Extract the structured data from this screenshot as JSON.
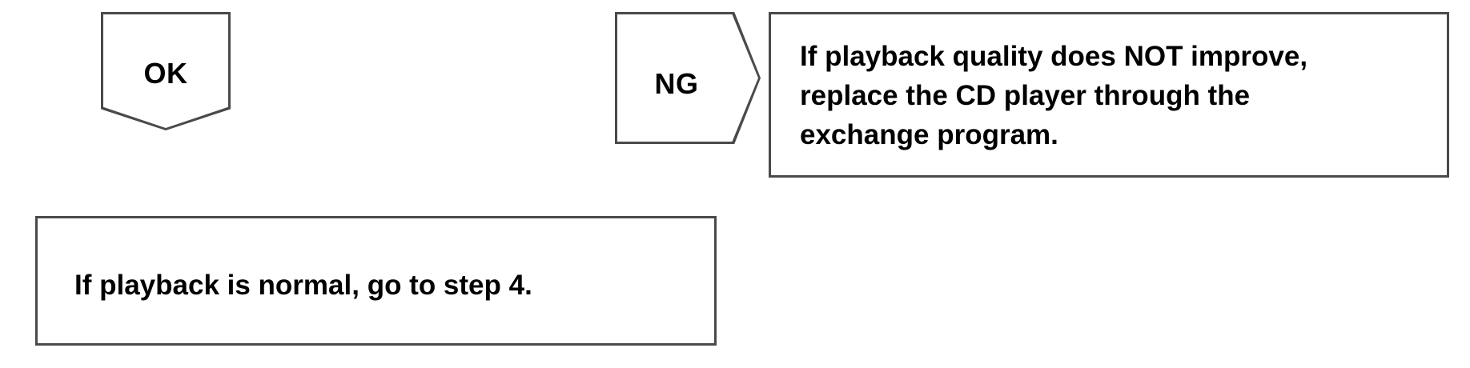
{
  "diagram": {
    "background_color": "#ffffff",
    "border_color": "#4a4a4a",
    "text_color": "#000000",
    "nodes": {
      "ok_decision": {
        "label": "OK",
        "shape": "pentagon-point-down"
      },
      "ng_decision": {
        "label": "NG",
        "shape": "pentagon-point-right"
      },
      "ng_instruction": {
        "text": "If playback quality does NOT improve,\nreplace the CD player through the\nexchange program.",
        "lines": [
          "If playback quality does NOT improve,",
          "replace the CD player through the",
          "exchange program."
        ],
        "shape": "rectangle"
      },
      "ok_instruction": {
        "text": "If playback is normal, go to step 4.",
        "lines": [
          "If playback is normal, go to step 4."
        ],
        "shape": "rectangle"
      }
    }
  }
}
